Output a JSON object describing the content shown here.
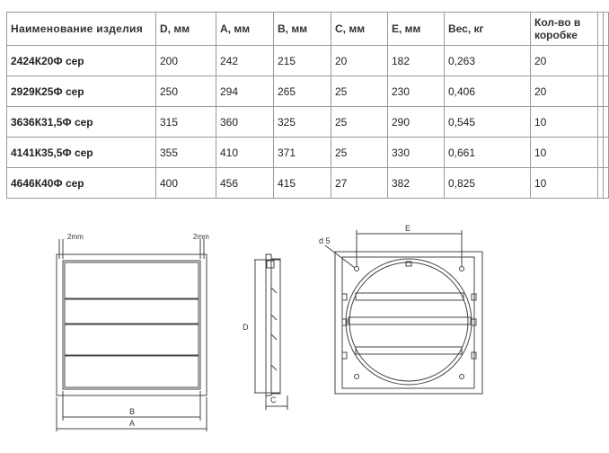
{
  "table": {
    "headers": [
      "Наименование изделия",
      "D, мм",
      "A, мм",
      "B, мм",
      "C, мм",
      "E, мм",
      "Вес, кг",
      "Кол-во в коробке"
    ],
    "rows": [
      [
        "2424К20Ф сер",
        "200",
        "242",
        "215",
        "20",
        "182",
        "0,263",
        "20"
      ],
      [
        "2929К25Ф сер",
        "250",
        "294",
        "265",
        "25",
        "230",
        "0,406",
        "20"
      ],
      [
        "3636К31,5Ф сер",
        "315",
        "360",
        "325",
        "25",
        "290",
        "0,545",
        "10"
      ],
      [
        "4141К35,5Ф сер",
        "355",
        "410",
        "371",
        "25",
        "330",
        "0,661",
        "10"
      ],
      [
        "4646К40Ф сер",
        "400",
        "456",
        "415",
        "27",
        "382",
        "0,825",
        "10"
      ]
    ]
  },
  "drawings": {
    "front": {
      "gap_left": "2mm",
      "gap_right": "2mm",
      "dim_b": "B",
      "dim_a": "A"
    },
    "side": {
      "dim_d": "D",
      "dim_c": "C"
    },
    "back": {
      "dim_e": "E",
      "hole": "d 5"
    }
  }
}
